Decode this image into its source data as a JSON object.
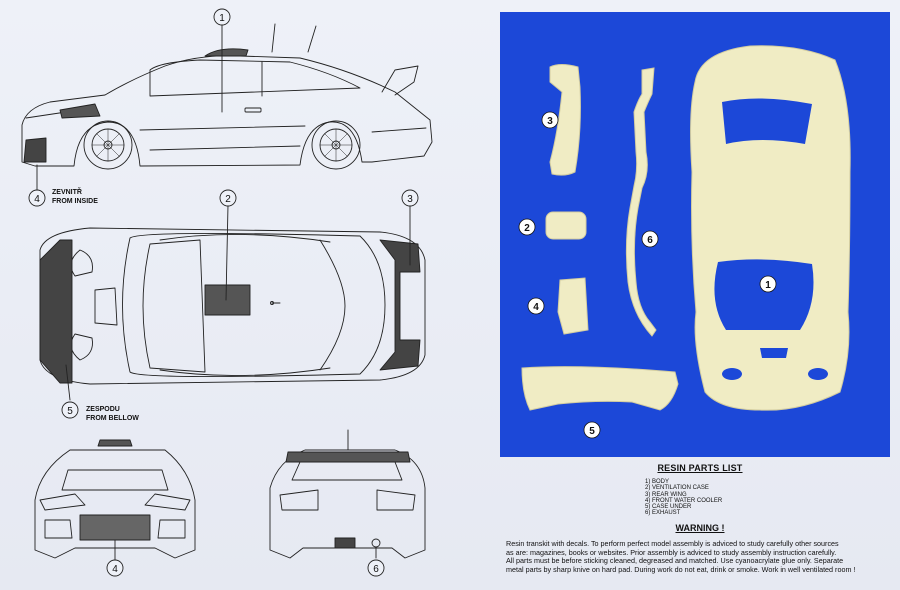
{
  "drawing": {
    "callouts": {
      "c1": "1",
      "c2": "2",
      "c3": "3",
      "c4_side": "4",
      "c5": "5",
      "c4_front": "4",
      "c6": "6"
    },
    "inside_label_cz": "ZEVNITŘ",
    "inside_label_en": "FROM INSIDE",
    "bellow_label_cz": "ZESPODU",
    "bellow_label_en": "FROM BELLOW"
  },
  "photo": {
    "badges": {
      "b3": "3",
      "b2": "2",
      "b4": "4",
      "b6": "6",
      "b1": "1",
      "b5": "5"
    },
    "colors": {
      "background": "#1c48d8",
      "resin": "#f0ecc4",
      "resin_shadow": "#d3cda0"
    }
  },
  "parts_list": {
    "title": "RESIN PARTS LIST",
    "items": [
      "1) BODY",
      "2) VENTILATION CASE",
      "3) REAR WING",
      "4) FRONT WATER COOLER",
      "5) CASE UNDER",
      "6) EXHAUST"
    ]
  },
  "warning": {
    "title": "WARNING !",
    "lines": [
      "Resin transkit with decals. To perform perfect model assembly is adviced to study carefully other sources",
      "as are: magazines, books or websites. Prior assembly is adviced to study assembly instruction carefully.",
      "All parts must be before sticking cleaned, degreased and matched. Use cyanoacrylate glue only. Separate",
      "metal parts by sharp knive on hard pad. During work do not eat, drink or smoke. Work in well ventilated room !"
    ]
  }
}
